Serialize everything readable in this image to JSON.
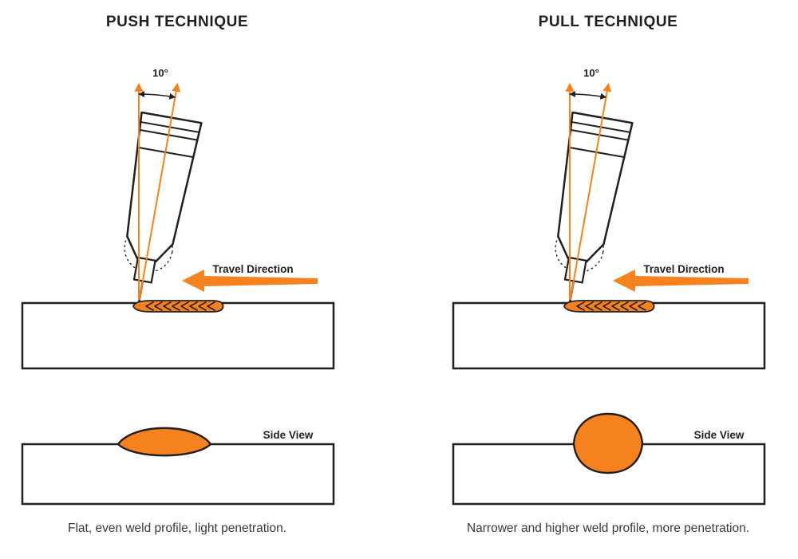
{
  "colors": {
    "accent_orange": "#F5821F",
    "line_ink": "#231F20",
    "caption_text": "#3A3A3A",
    "background": "#FFFFFF"
  },
  "push": {
    "title": "PUSH TECHNIQUE",
    "angle_label": "10°",
    "travel_direction_label": "Travel Direction",
    "side_view_label": "Side View",
    "caption": "Flat, even weld profile, light penetration."
  },
  "pull": {
    "title": "PULL TECHNIQUE",
    "angle_label": "10°",
    "travel_direction_label": "Travel Direction",
    "side_view_label": "Side View",
    "caption": "Narrower and higher weld profile, more penetration."
  }
}
